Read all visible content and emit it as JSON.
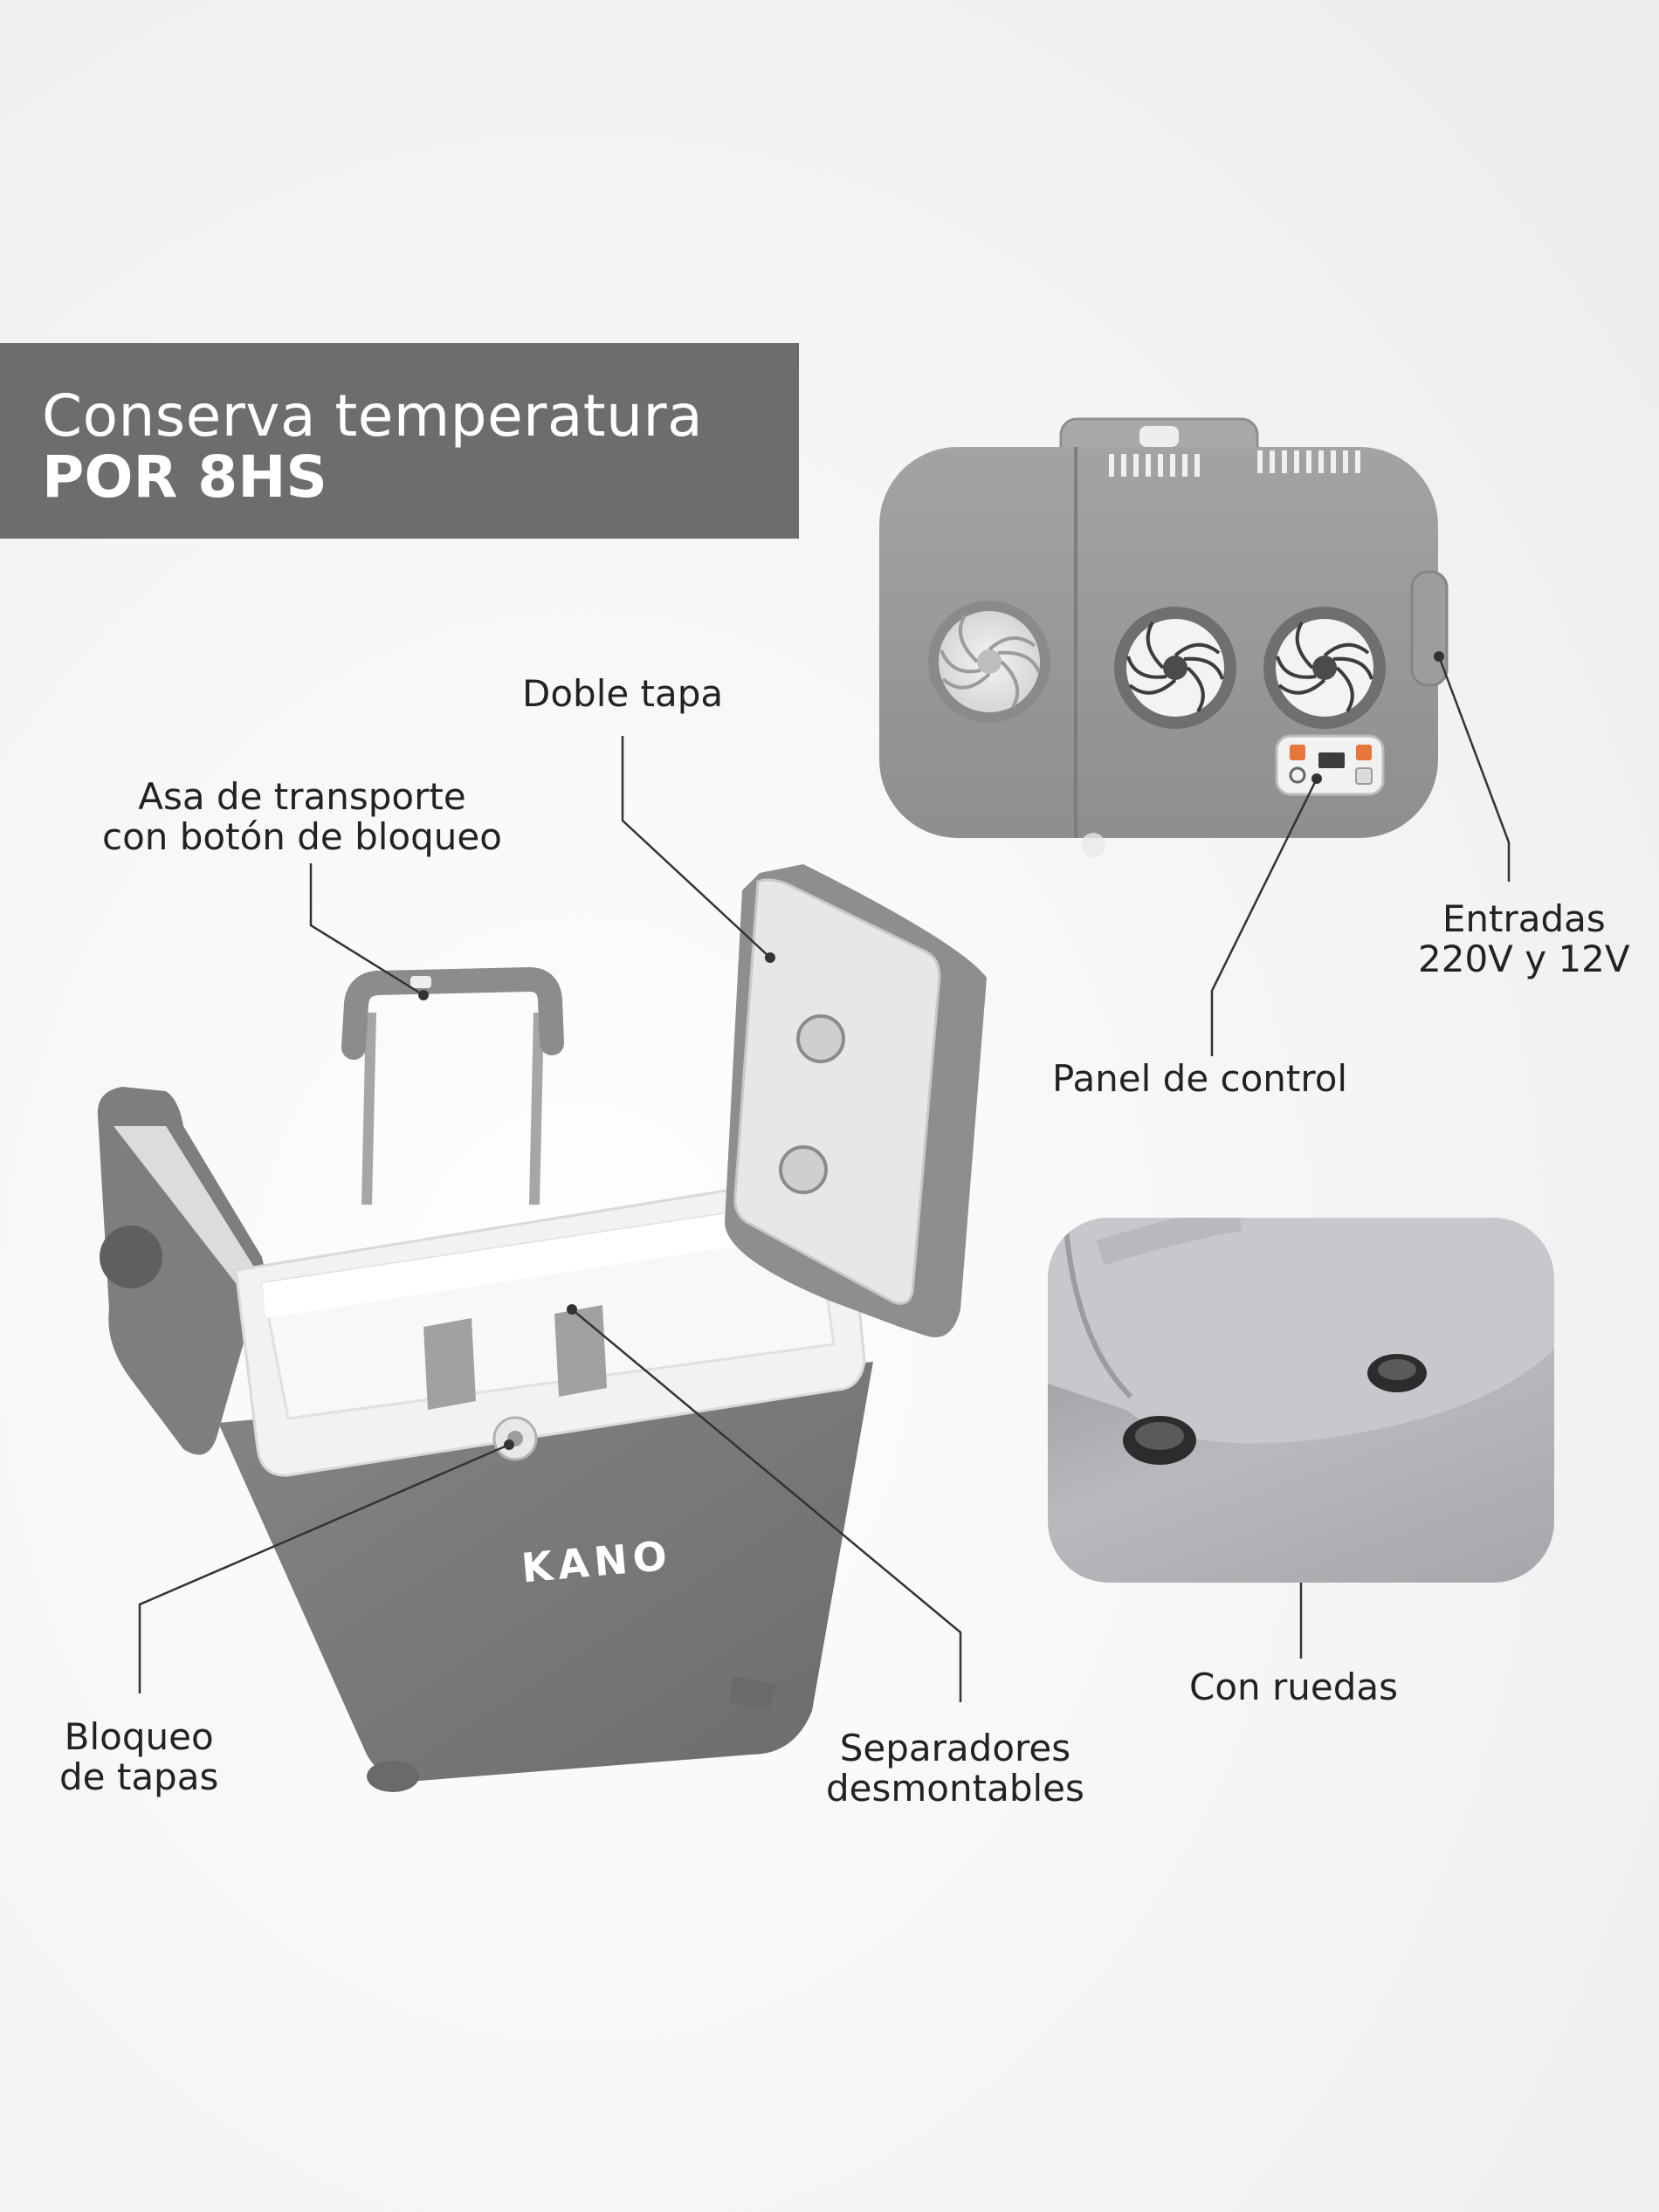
{
  "banner": {
    "line1": "Conserva temperatura",
    "line2": "POR 8HS"
  },
  "labels": {
    "doble_tapa": "Doble tapa",
    "asa": [
      "Asa de transporte",
      "con botón de bloqueo"
    ],
    "entradas": [
      "Entradas",
      "220V y 12V"
    ],
    "panel": "Panel de control",
    "ruedas": "Con ruedas",
    "bloqueo": [
      "Bloqueo",
      "de tapas"
    ],
    "separadores": [
      "Separadores",
      "desmontables"
    ]
  },
  "product": {
    "brand": "KANO"
  },
  "colors": {
    "banner": "#6d6d6e",
    "body_gray": "#7a7a7c",
    "lid_gray": "#9a9a9c",
    "rim_white": "#f2f2f2",
    "panel_orange": "#e8763a"
  }
}
